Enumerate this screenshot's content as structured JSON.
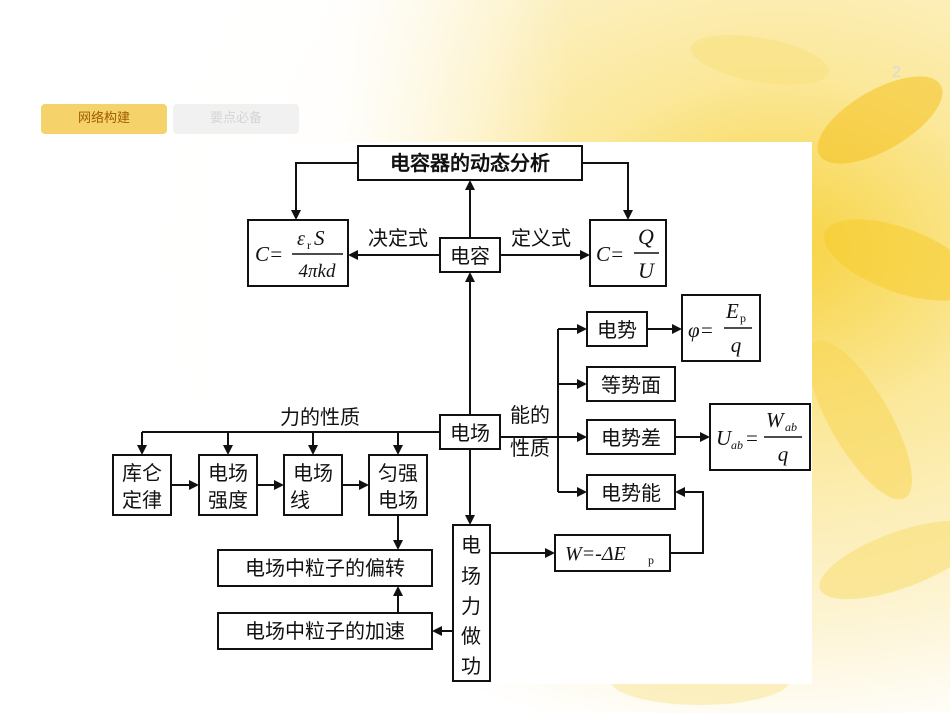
{
  "page_number": "2",
  "tabs": [
    {
      "label": "网络构建",
      "active": true
    },
    {
      "label": "要点必备",
      "active": false
    }
  ],
  "diagram": {
    "top_node": "电容器的动态分析",
    "capacitance": "电容",
    "decision_label": "决定式",
    "definition_label": "定义式",
    "electric_field": "电场",
    "force_property": "力的性质",
    "energy_property_1": "能的",
    "energy_property_2": "性质",
    "coulomb_law_1": "库仑",
    "coulomb_law_2": "定律",
    "field_strength_1": "电场",
    "field_strength_2": "强度",
    "field_line_1": "电场",
    "field_line_2": "线",
    "uniform_field_1": "匀强",
    "uniform_field_2": "电场",
    "deflection": "电场中粒子的偏转",
    "acceleration": "电场中粒子的加速",
    "work_chars": [
      "电",
      "场",
      "力",
      "做",
      "功"
    ],
    "potential": "电势",
    "equipotential": "等势面",
    "potential_difference": "电势差",
    "potential_energy": "电势能",
    "formulas": {
      "decisive": {
        "lhs": "C=",
        "num_eps": "ε",
        "num_sub": "r",
        "num_S": "S",
        "den": "4πkd"
      },
      "definition": {
        "lhs": "C=",
        "num": "Q",
        "den": "U"
      },
      "potential": {
        "lhs": "φ=",
        "num": "E",
        "num_sub": "p",
        "den": "q"
      },
      "voltage": {
        "lhs": "U",
        "lhs_sub": "ab",
        "eq": "=",
        "num": "W",
        "num_sub": "ab",
        "den": "q"
      },
      "work": {
        "text": "W=-ΔE",
        "sub": "p"
      }
    }
  }
}
